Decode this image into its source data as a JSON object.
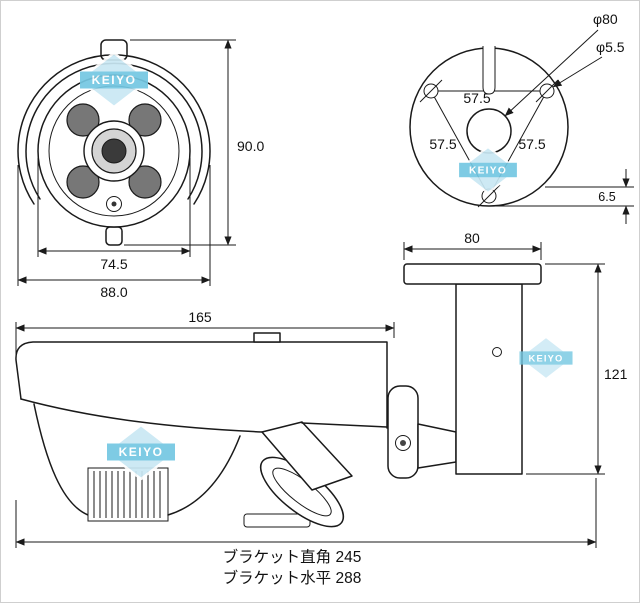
{
  "watermark": {
    "text": "KEIYO",
    "fill": "#c9e8f4",
    "band": "#74c7e2",
    "text_color": "#ffffff"
  },
  "front_view": {
    "height": "90.0",
    "inner_width": "74.5",
    "outer_width": "88.0"
  },
  "base_view": {
    "plate_diameter": "φ80",
    "screw_hole_diameter": "φ5.5",
    "hole_pitch_top": "57.5",
    "hole_pitch_left": "57.5",
    "hole_pitch_right": "57.5",
    "plate_thickness": "6.5"
  },
  "side_view": {
    "body_length": "165",
    "bracket_plate_width": "80",
    "bracket_height": "121"
  },
  "footer": {
    "bracket_right_angle": "ブラケット直角 245",
    "bracket_horizontal": "ブラケット水平 288"
  }
}
